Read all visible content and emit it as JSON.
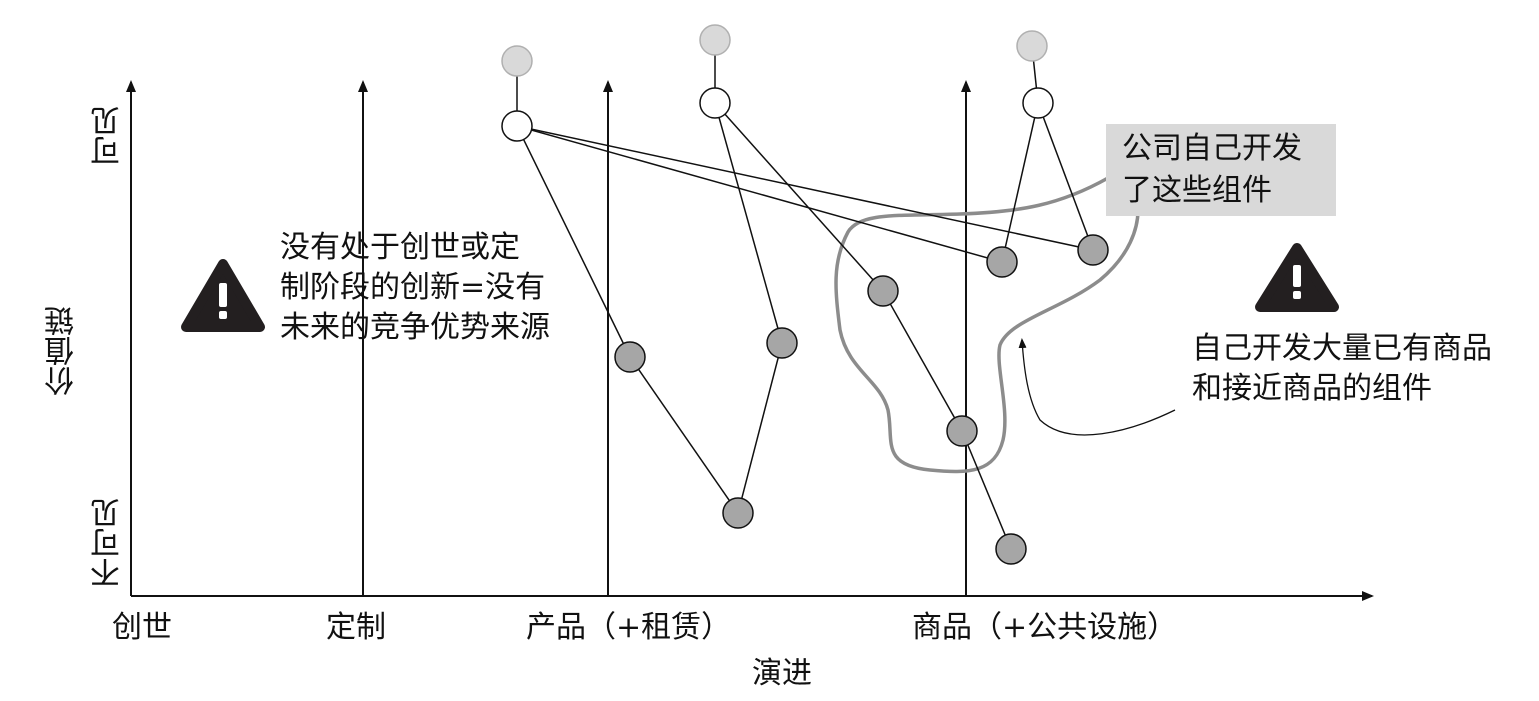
{
  "axes": {
    "x_label": "演进",
    "y_label": "价值链",
    "y_top": "可见",
    "y_bottom": "不可见",
    "stages": [
      "创世",
      "定制",
      "产品（+租赁）",
      "商品（+公共设施）"
    ]
  },
  "notes": {
    "warning_left": [
      "没有处于创世或定",
      "制阶段的创新=没有",
      "未来的竞争优势来源"
    ],
    "callout_top": [
      "公司自己开发",
      "了这些组件"
    ],
    "annotation_right": [
      "自己开发大量已有商品",
      "和接近商品的组件"
    ]
  },
  "colors": {
    "node_fill": "#a6a6a6",
    "node_light": "#d9d9d9",
    "boundary": "#8c8c8c",
    "callout_bg": "#d9d9d9",
    "warning": "#231f20"
  }
}
